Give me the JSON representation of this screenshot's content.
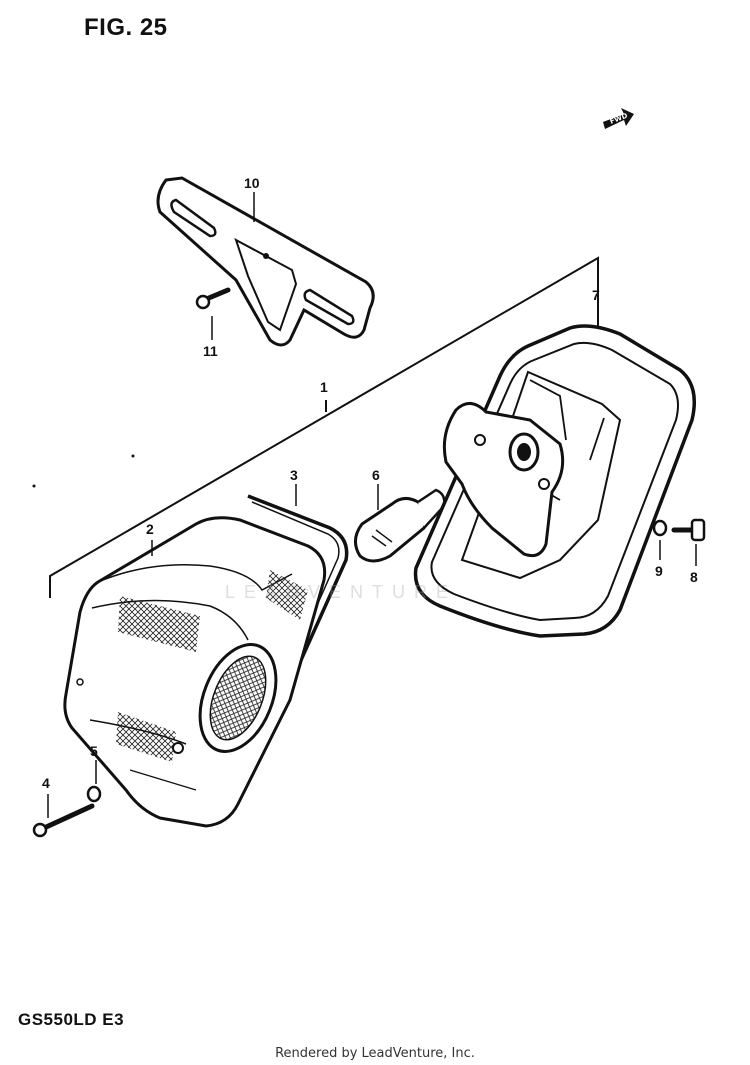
{
  "figure": {
    "title": "FIG. 25"
  },
  "model_code": "GS550LD E3",
  "footer": {
    "credit": "Rendered by LeadVenture, Inc."
  },
  "watermark": "LEADVENTURE",
  "direction_indicator": {
    "label": "FWD"
  },
  "callouts": [
    {
      "id": "1",
      "label": "1"
    },
    {
      "id": "2",
      "label": "2"
    },
    {
      "id": "3",
      "label": "3"
    },
    {
      "id": "4",
      "label": "4"
    },
    {
      "id": "5",
      "label": "5"
    },
    {
      "id": "6",
      "label": "6"
    },
    {
      "id": "7",
      "label": "7"
    },
    {
      "id": "8",
      "label": "8"
    },
    {
      "id": "9",
      "label": "9"
    },
    {
      "id": "10",
      "label": "10"
    },
    {
      "id": "11",
      "label": "11"
    }
  ]
}
